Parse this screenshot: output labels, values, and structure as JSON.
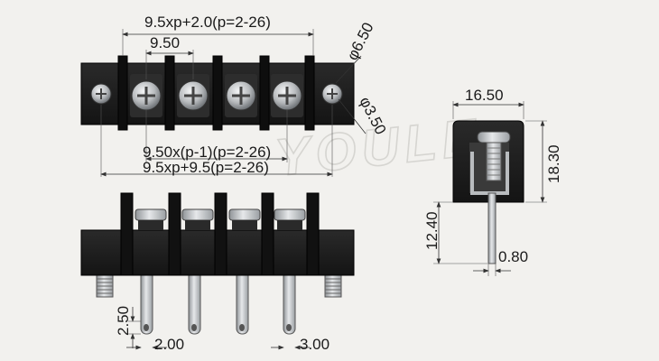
{
  "watermark": "YOULE",
  "top_view": {
    "dim_total_2": "9.5xp+2.0(p=2-26)",
    "dim_pitch": "9.50",
    "dim_screw_dia": "φ6.50",
    "dim_hole_dia": "φ3.50",
    "dim_pitch_sum": "9.50x(p-1)(p=2-26)",
    "dim_total_95": "9.5xp+9.5(p=2-26)"
  },
  "front_view": {
    "dim_pin_tip": "2.50",
    "dim_pin_width": "2.00",
    "dim_pin_length": "3.00"
  },
  "side_view": {
    "dim_width": "16.50",
    "dim_height": "18.30",
    "dim_pin_height": "12.40",
    "dim_pin_thickness": "0.80"
  },
  "colors": {
    "body": "#1c1c1c",
    "metal": "#b9bcbf",
    "background": "#f2f1ee"
  }
}
